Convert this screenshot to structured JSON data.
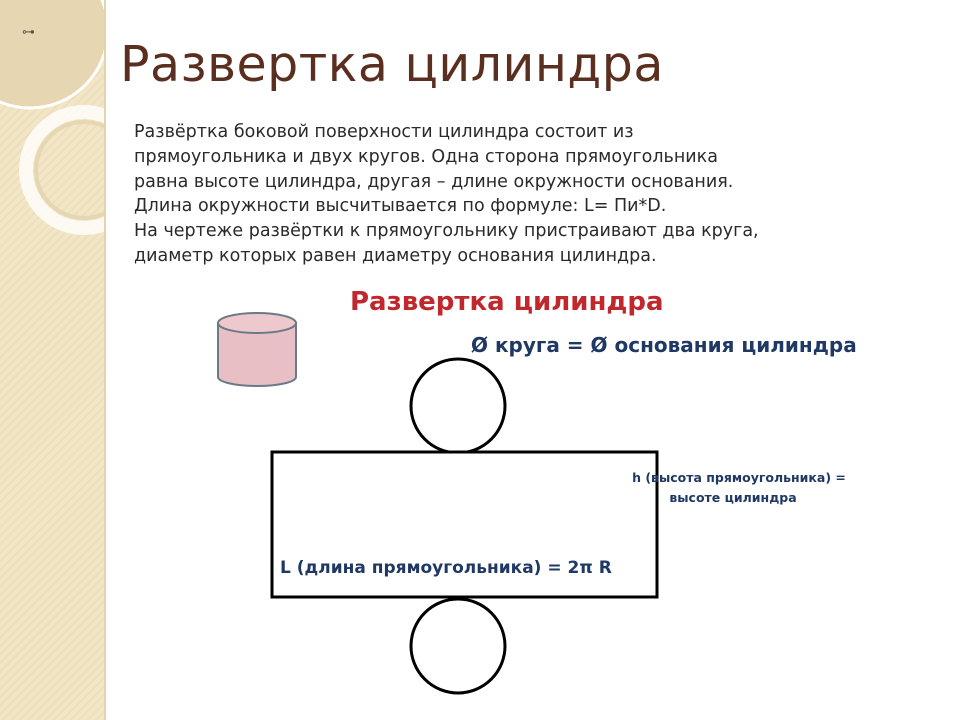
{
  "slide": {
    "title": "Развертка цилиндра",
    "body_lines": [
      "Развёртка боковой поверхности цилиндра состоит из",
      "прямоугольника и двух кругов. Одна сторона прямоугольника",
      "равна высоте цилиндра, другая – длине окружности основания.",
      "Длина окружности высчитывается по формуле: L= Пи*D.",
      "На чертеже развёртки к прямоугольнику пристраивают два круга,",
      "диаметр которых равен диаметру основания цилиндра."
    ],
    "nav_icon": "key-arrow-icon"
  },
  "diagram": {
    "title": "Развертка цилиндра",
    "circle_note": "Ø круга = Ø основания цилиндра",
    "height_label_line1": "h (высота прямоугольника) =",
    "height_label_line2": "высоте цилиндра",
    "length_label": "L (длина прямоугольника) = 2π R",
    "cylinder_icon": "cylinder-icon"
  },
  "colors": {
    "title": "#5a2f20",
    "diagram_title": "#c0282d",
    "diagram_labels": "#1f3864",
    "cylinder_fill": "#e8bfc4",
    "side_strip": "#f2e6c7"
  }
}
